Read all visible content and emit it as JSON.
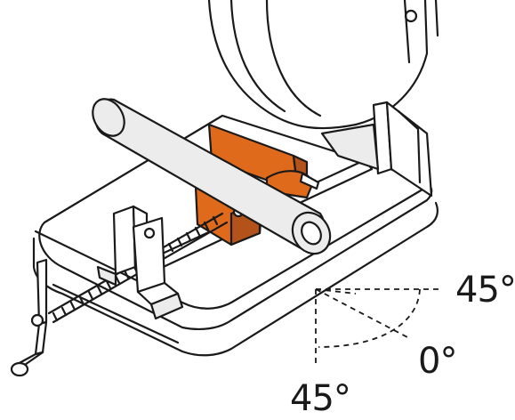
{
  "angle_labels": {
    "right_upper": "45°",
    "right_lower": "0°",
    "bottom": "45°"
  },
  "colors": {
    "line": "#1a1a1a",
    "accent": "#e06a1b",
    "accent_dark": "#b3521a",
    "fill_light": "#ececec",
    "fill_white": "#ffffff"
  },
  "icons": {
    "material": "pipe-workpiece-icon",
    "vise": "fence-vise-icon",
    "crank": "hand-crank-icon"
  }
}
